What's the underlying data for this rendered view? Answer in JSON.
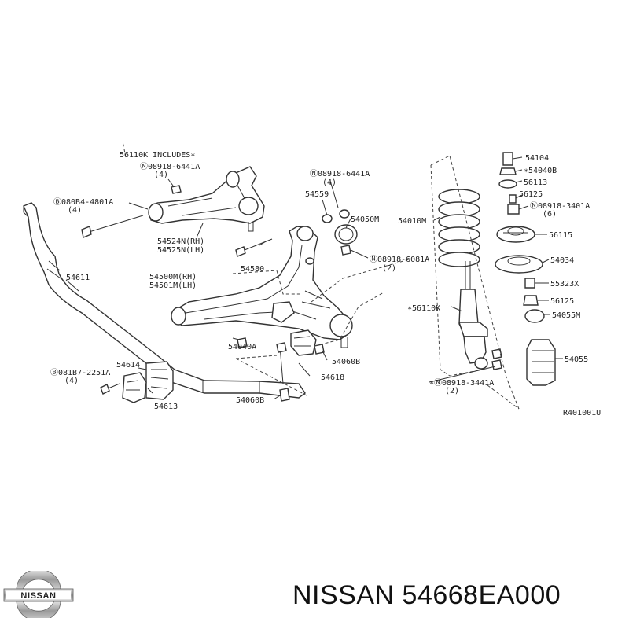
{
  "diagram": {
    "includes_note": "56110K INCLUDES∗",
    "revision_code": "R401001U",
    "labels": {
      "upper_arm_bolt_nut": "Ⓝ08918-6441A",
      "upper_arm_bolt_nut_qty": "(4)",
      "upper_arm_bolt": "Ⓑ080B4-4801A",
      "upper_arm_bolt_qty": "(4)",
      "upper_arm_rh": "54524N(RH)",
      "upper_arm_lh": "54525N(LH)",
      "stabilizer_bar": "54611",
      "lower_arm_rh": "54500M(RH)",
      "lower_arm_lh": "54501M(LH)",
      "bushing_bolt": "Ⓑ081B7-2251A",
      "bushing_bolt_qty": "(4)",
      "bushing": "54614",
      "bracket": "54613",
      "link_bolt": "54040A",
      "link_nut": "54060B",
      "link_nut_b": "54060B",
      "stabilizer_link": "54618",
      "mid_nut": "Ⓝ08918-6441A",
      "mid_nut_qty": "(4)",
      "washer_54559": "54559",
      "seal_54050M": "54050M",
      "bolt_54580": "54580",
      "lower_nut": "Ⓝ08918-6081A",
      "lower_nut_qty": "(2)",
      "coil_spring": "54010M",
      "strut_assembly": "∗56110K",
      "strut_nut": "∗Ⓝ08918-3441A",
      "strut_nut_qty": "(2)",
      "cap_54104": "54104",
      "nut_54040B": "∗54040B",
      "washer_56113": "56113",
      "bushing_56125_top": "56125",
      "top_nut": "Ⓝ08918-3401A",
      "top_nut_qty": "(6)",
      "mount_56115": "56115",
      "seat_54034": "54034",
      "stopper_55323X": "55323X",
      "bushing_56125_bottom": "56125",
      "bound_bumper_54055M": "54055M",
      "dust_cover_54055": "54055"
    }
  },
  "brand": {
    "part_caption": "NISSAN 54668EA000",
    "logo_text": "NISSAN"
  }
}
